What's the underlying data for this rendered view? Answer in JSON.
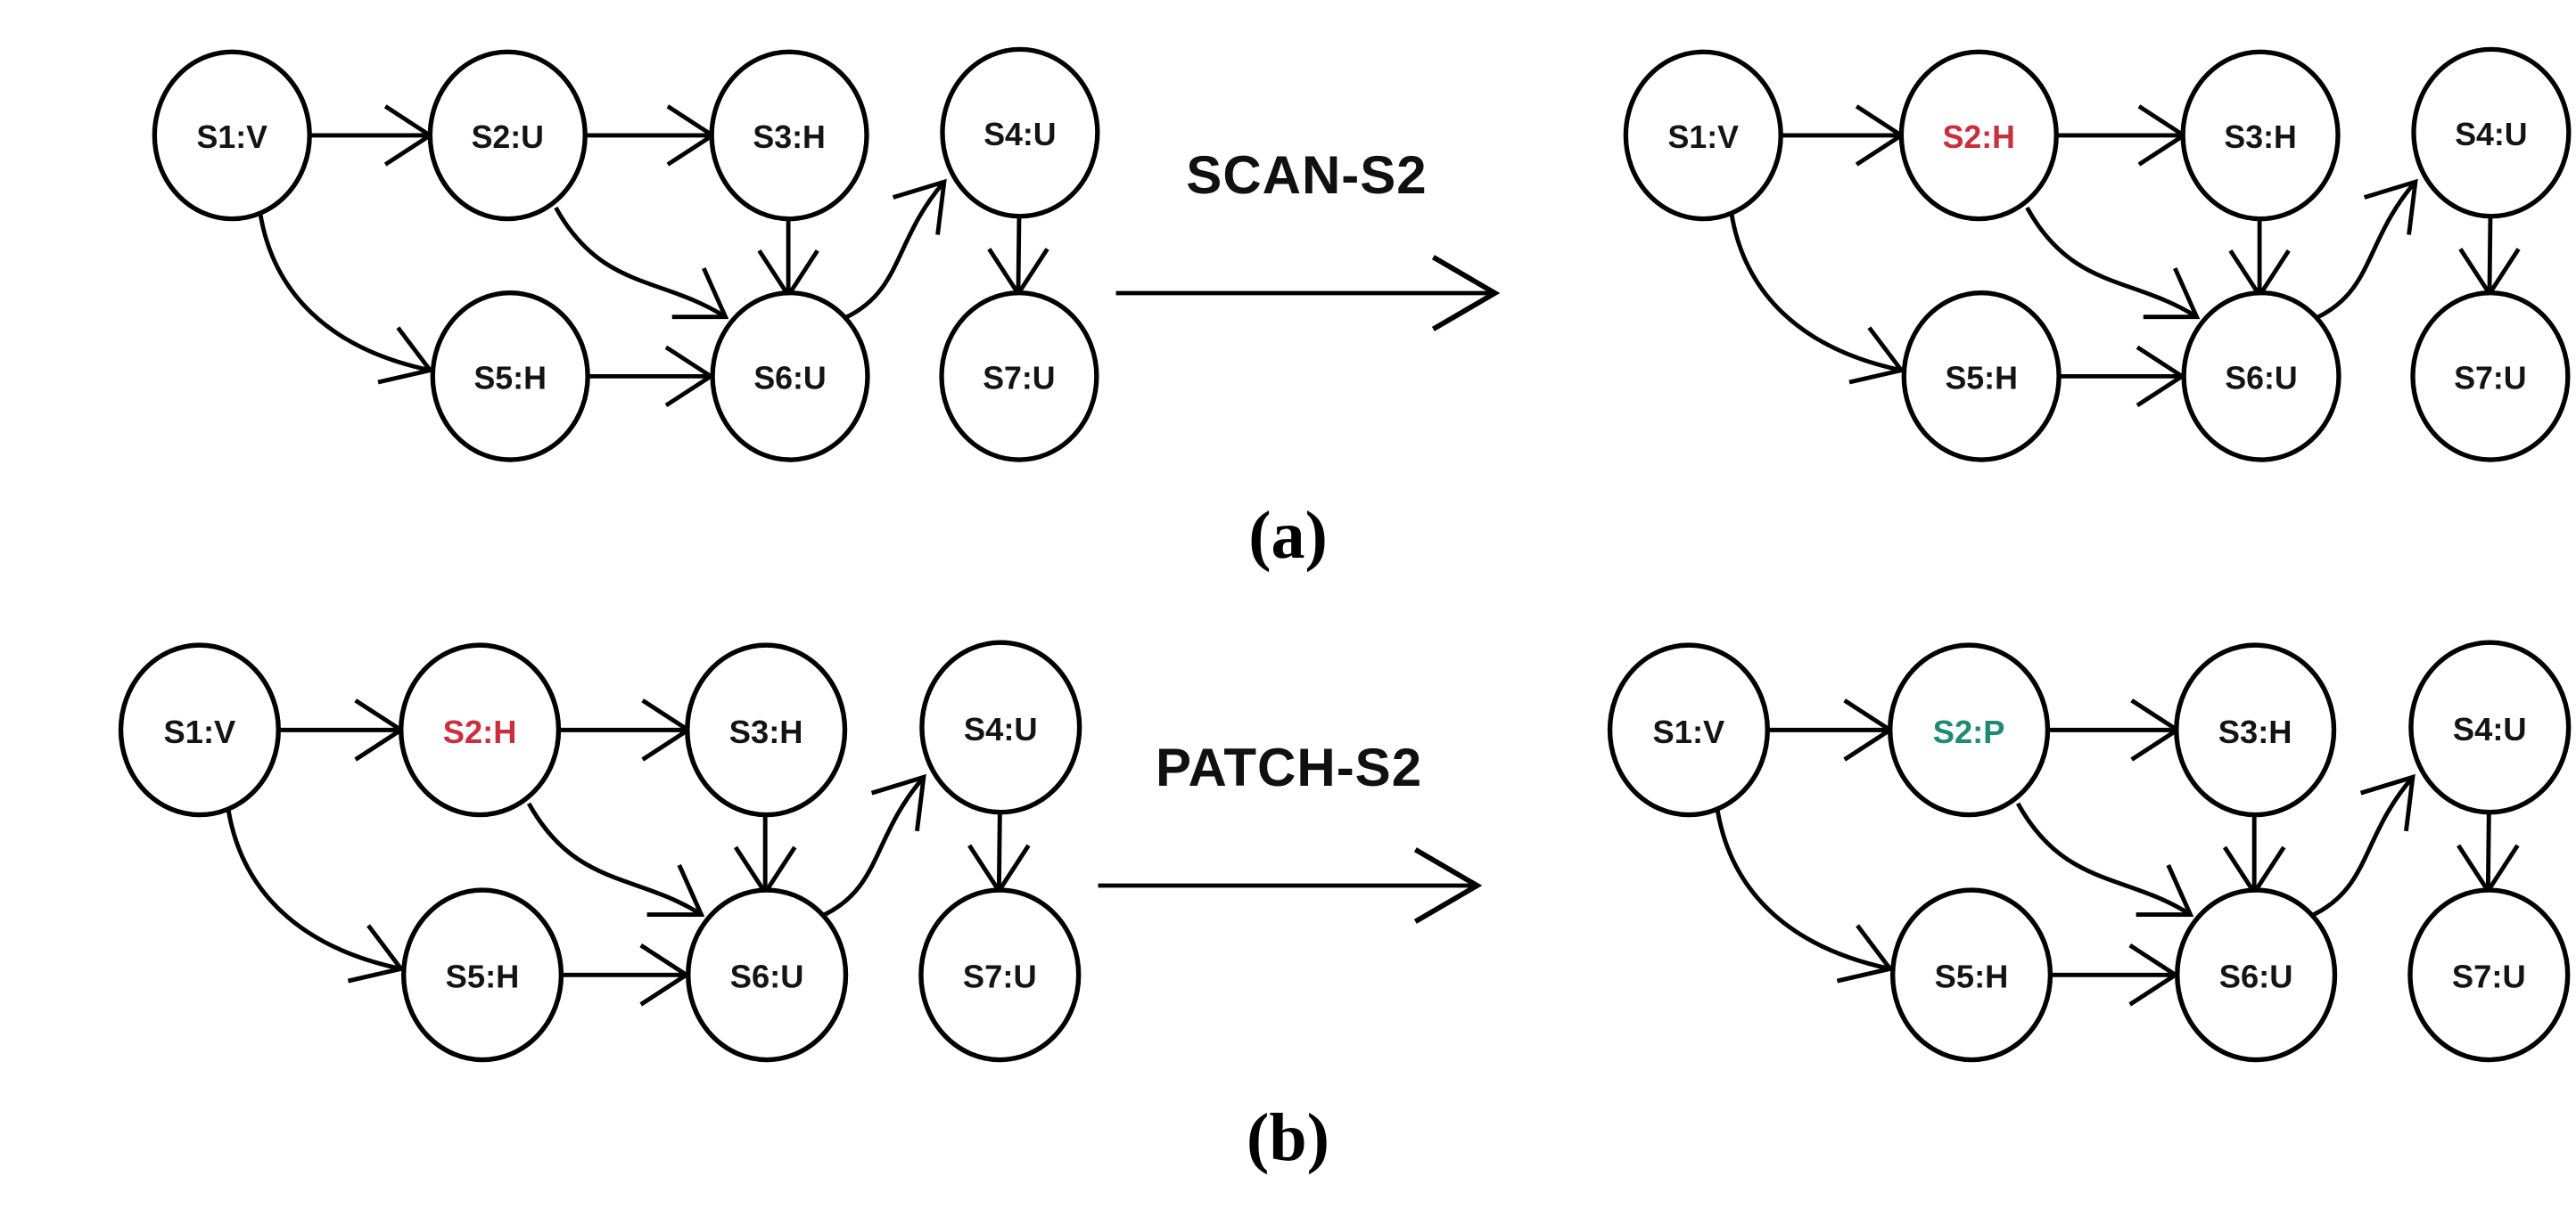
{
  "colors": {
    "background": "#ffffff",
    "stroke": "#000000",
    "black": "#141414",
    "red": "#c92f3c",
    "green": "#1e8a71"
  },
  "edges": [
    {
      "from": "S1",
      "to": "S2"
    },
    {
      "from": "S2",
      "to": "S3"
    },
    {
      "from": "S3",
      "to": "S6"
    },
    {
      "from": "S2",
      "to": "S6"
    },
    {
      "from": "S1",
      "to": "S5"
    },
    {
      "from": "S5",
      "to": "S6"
    },
    {
      "from": "S6",
      "to": "S4"
    },
    {
      "from": "S4",
      "to": "S7"
    }
  ],
  "panels": [
    {
      "caption": "(a)",
      "operation_label": "SCAN-S2",
      "left_graph": {
        "name": "before-scan",
        "nodes": [
          {
            "id": "S1",
            "label": "S1:V",
            "color": "black"
          },
          {
            "id": "S2",
            "label": "S2:U",
            "color": "black"
          },
          {
            "id": "S3",
            "label": "S3:H",
            "color": "black"
          },
          {
            "id": "S4",
            "label": "S4:U",
            "color": "black"
          },
          {
            "id": "S5",
            "label": "S5:H",
            "color": "black"
          },
          {
            "id": "S6",
            "label": "S6:U",
            "color": "black"
          },
          {
            "id": "S7",
            "label": "S7:U",
            "color": "black"
          }
        ]
      },
      "right_graph": {
        "name": "after-scan",
        "nodes": [
          {
            "id": "S1",
            "label": "S1:V",
            "color": "black"
          },
          {
            "id": "S2",
            "label": "S2:H",
            "color": "red"
          },
          {
            "id": "S3",
            "label": "S3:H",
            "color": "black"
          },
          {
            "id": "S4",
            "label": "S4:U",
            "color": "black"
          },
          {
            "id": "S5",
            "label": "S5:H",
            "color": "black"
          },
          {
            "id": "S6",
            "label": "S6:U",
            "color": "black"
          },
          {
            "id": "S7",
            "label": "S7:U",
            "color": "black"
          }
        ]
      }
    },
    {
      "caption": "(b)",
      "operation_label": "PATCH-S2",
      "left_graph": {
        "name": "before-patch",
        "nodes": [
          {
            "id": "S1",
            "label": "S1:V",
            "color": "black"
          },
          {
            "id": "S2",
            "label": "S2:H",
            "color": "red"
          },
          {
            "id": "S3",
            "label": "S3:H",
            "color": "black"
          },
          {
            "id": "S4",
            "label": "S4:U",
            "color": "black"
          },
          {
            "id": "S5",
            "label": "S5:H",
            "color": "black"
          },
          {
            "id": "S6",
            "label": "S6:U",
            "color": "black"
          },
          {
            "id": "S7",
            "label": "S7:U",
            "color": "black"
          }
        ]
      },
      "right_graph": {
        "name": "after-patch",
        "nodes": [
          {
            "id": "S1",
            "label": "S1:V",
            "color": "black"
          },
          {
            "id": "S2",
            "label": "S2:P",
            "color": "green"
          },
          {
            "id": "S3",
            "label": "S3:H",
            "color": "black"
          },
          {
            "id": "S4",
            "label": "S4:U",
            "color": "black"
          },
          {
            "id": "S5",
            "label": "S5:H",
            "color": "black"
          },
          {
            "id": "S6",
            "label": "S6:U",
            "color": "black"
          },
          {
            "id": "S7",
            "label": "S7:U",
            "color": "black"
          }
        ]
      }
    }
  ]
}
